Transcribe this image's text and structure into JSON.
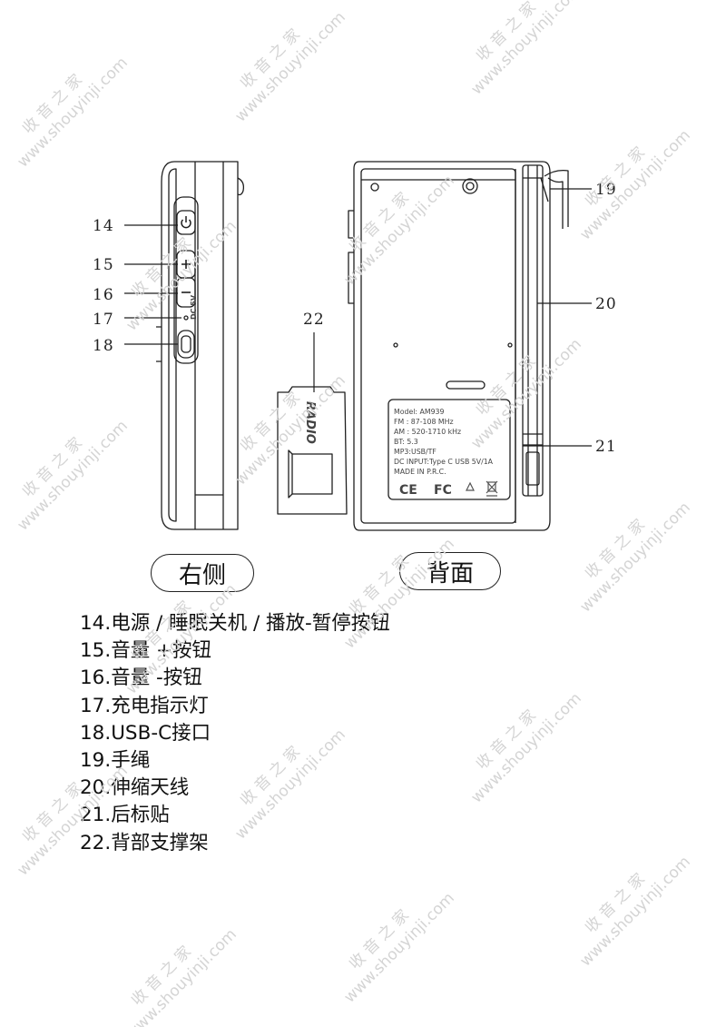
{
  "callouts": {
    "c14": "14",
    "c15": "15",
    "c16": "16",
    "c17": "17",
    "c18": "18",
    "c19": "19",
    "c20": "20",
    "c21": "21",
    "c22": "22"
  },
  "device": {
    "dc_label": "DC 5V",
    "stand_text": "RADIO",
    "power_icon": "power-icon",
    "plus_symbol": "+",
    "minus_symbol": "−"
  },
  "back_label": {
    "lines": [
      "Model: AM939",
      "FM : 87-108 MHz",
      "AM : 520-1710 kHz",
      "BT: 5.3",
      "MP3:USB/TF",
      "DC INPUT:Type C USB 5V/1A",
      "MADE IN P.R.C."
    ],
    "marks": [
      "CE",
      "FC",
      "recycle-icon",
      "weee-bin-icon"
    ]
  },
  "views": {
    "right_side": "右侧",
    "back": "背面"
  },
  "legend": [
    "14.电源 / 睡眠关机 / 播放-暂停按钮",
    "15.音量 +按钮",
    "16.音量 -按钮",
    "17.充电指示灯",
    "18.USB-C接口",
    "19.手绳",
    "20.伸缩天线",
    "21.后标贴",
    "22.背部支撑架"
  ],
  "watermark": {
    "cn": "收 音 之 家",
    "url": "www.shouyinji.com"
  }
}
